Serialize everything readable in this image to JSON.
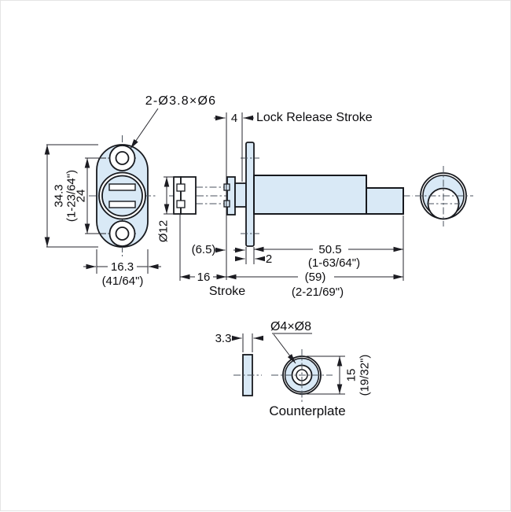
{
  "drawing": {
    "front_view": {
      "hole_callout": "2-Ø3.8×Ø6",
      "height_mm": "34.3",
      "height_in": "(1-23/64\")",
      "hole_spacing_mm": "24",
      "width_mm": "16.3",
      "width_in": "(41/64\")"
    },
    "side_view": {
      "lock_release_mm": "4",
      "lock_release_label": "Lock Release Stroke",
      "plunger_dia": "Ø12",
      "protrusion_mm": "(6.5)",
      "flange_thickness_mm": "2",
      "body_length_mm": "50.5",
      "body_length_in": "(1-63/64\")",
      "stroke_mm": "16",
      "stroke_label": "Stroke",
      "overall_mm": "(59)",
      "overall_in": "(2-21/69\")"
    },
    "counterplate": {
      "thickness_mm": "3.3",
      "hole_callout": "Ø4×Ø8",
      "dia_mm": "15",
      "dia_in": "(19/32\")",
      "label": "Counterplate"
    },
    "colors": {
      "part_fill": "#d9e9f6",
      "outline": "#17191e",
      "centerline": "#49525c"
    }
  }
}
